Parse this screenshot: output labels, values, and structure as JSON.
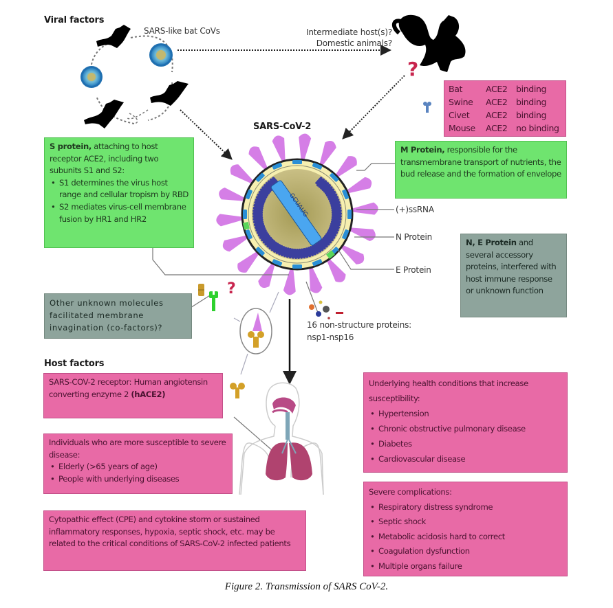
{
  "figure": {
    "caption": "Figure 2. Transmission of SARS CoV-2."
  },
  "viral_factors": {
    "title": "Viral factors",
    "bat_label": "SARS-like bat CoVs",
    "intermediate_label_1": "Intermediate host(s)?",
    "intermediate_label_2": "Domestic animals?",
    "question_mark": "?",
    "virus_title": "SARS-CoV-2",
    "ace2_table": [
      {
        "species": "Bat",
        "receptor": "ACE2",
        "result": "binding"
      },
      {
        "species": "Swine",
        "receptor": "ACE2",
        "result": "binding"
      },
      {
        "species": "Civet",
        "receptor": "ACE2",
        "result": "binding"
      },
      {
        "species": "Mouse",
        "receptor": "ACE2",
        "result": "no binding"
      }
    ],
    "s_protein": {
      "title": "S protein,",
      "intro": " attaching to host receptor ACE2, including two subunits S1 and S2:",
      "bullets": [
        "S1 determines the virus host range and cellular tropism by RBD",
        "S2 mediates virus-cell membrane fusion by HR1 and HR2"
      ]
    },
    "m_protein": {
      "title": "M Protein,",
      "text": " responsible for the transmembrane transport of nutrients, the bud release and the formation of envelope"
    },
    "labels": {
      "ssrna": "(+)ssRNA",
      "n_protein": "N Protein",
      "e_protein": "E Protein",
      "nsp_line1": "16 non-structure proteins:",
      "nsp_line2": "nsp1-nsp16"
    },
    "ne_protein": {
      "title": "N, E Protein",
      "text": " and several accessory proteins, interfered with host immune response or unknown function"
    },
    "cofactors": {
      "text": "Other unknown molecules facilitated membrane invagination (co-factors)?",
      "question_mark": "?"
    }
  },
  "host_factors": {
    "title": "Host factors",
    "receptor_box": {
      "text": "SARS-COV-2 receptor: Human angiotensin converting enzyme 2 ",
      "bold": "(hACE2)"
    },
    "susceptible_box": {
      "intro": "Individuals who are more susceptible to severe disease:",
      "bullets": [
        "Elderly (>65 years of age)",
        "People with underlying diseases"
      ]
    },
    "cpe_box": {
      "text": "Cytopathic effect (CPE) and cytokine storm or sustained inflammatory responses, hypoxia, septic shock, etc. may be related to the critical conditions of SARS-CoV-2 infected patients"
    },
    "underlying_box": {
      "intro": "Underlying  health conditions that increase susceptibility:",
      "bullets": [
        "Hypertension",
        "Chronic obstructive pulmonary disease",
        "Diabetes",
        "Cardiovascular disease"
      ]
    },
    "complications_box": {
      "intro": "Severe complications:",
      "bullets": [
        "Respiratory distress syndrome",
        "Septic shock",
        "Metabolic acidosis hard to correct",
        "Coagulation dysfunction",
        "Multiple organs failure"
      ]
    }
  },
  "colors": {
    "green_box": "#6fe46f",
    "pink_box": "#e86aa6",
    "gray_box": "#8ea49c",
    "spike": "#d57ee6",
    "membrane": "#f6efb0",
    "m_protein": "#2a8fd6",
    "nucleocapsid": "#3b3f9e",
    "core": "#b7ad6d",
    "rna": "#4aa6f0",
    "question": "#c8254e"
  }
}
